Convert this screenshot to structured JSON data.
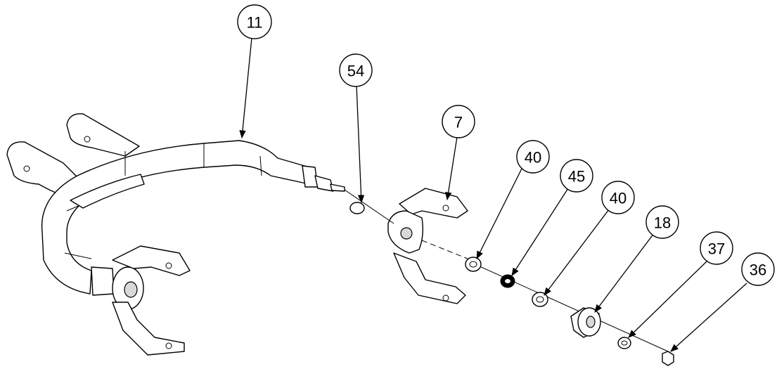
{
  "callouts": [
    {
      "id": "c11",
      "label": "11"
    },
    {
      "id": "c54",
      "label": "54"
    },
    {
      "id": "c7",
      "label": "7"
    },
    {
      "id": "c40a",
      "label": "40"
    },
    {
      "id": "c45",
      "label": "45"
    },
    {
      "id": "c40b",
      "label": "40"
    },
    {
      "id": "c18",
      "label": "18"
    },
    {
      "id": "c37",
      "label": "37"
    },
    {
      "id": "c36",
      "label": "36"
    }
  ]
}
